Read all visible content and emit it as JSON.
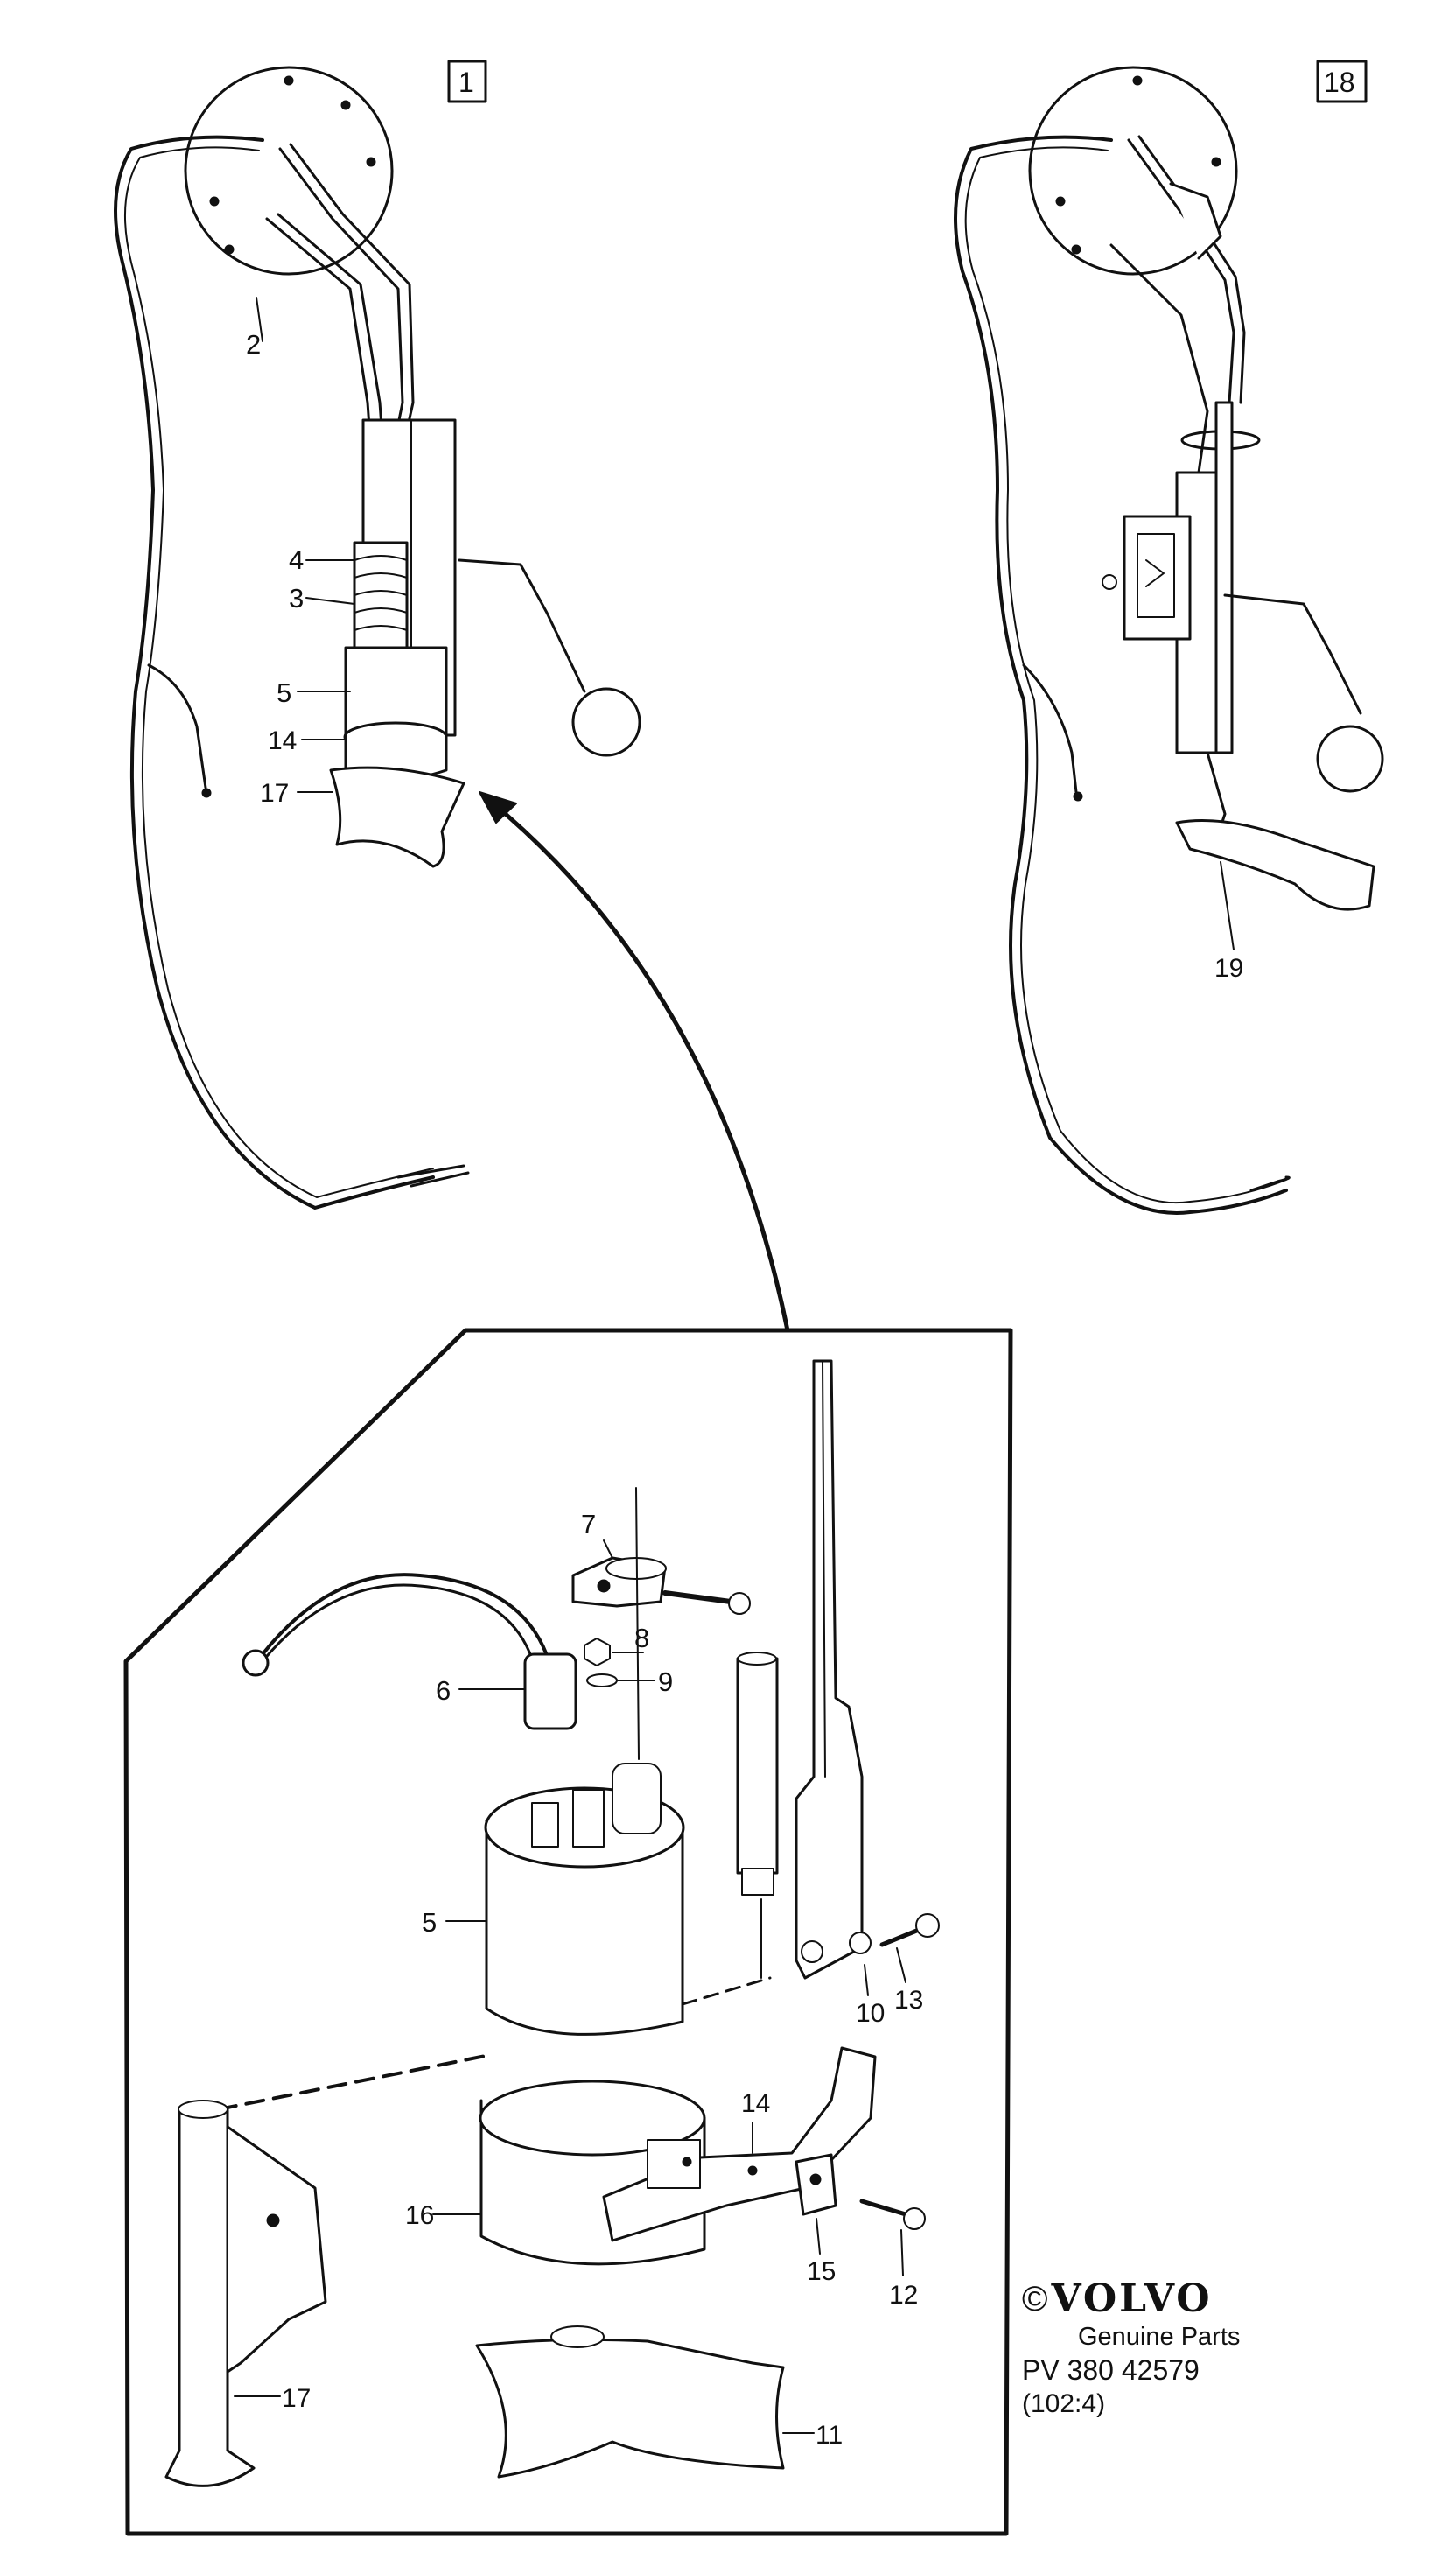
{
  "views": {
    "left_box_number": "1",
    "right_box_number": "18"
  },
  "callouts_top_left": [
    "2",
    "4",
    "3",
    "5",
    "14",
    "17"
  ],
  "callouts_top_right": [
    "19"
  ],
  "callouts_detail": [
    "7",
    "8",
    "9",
    "6",
    "5",
    "11",
    "10",
    "13",
    "14",
    "16",
    "15",
    "12",
    "17"
  ],
  "footer": {
    "copyright_symbol": "©",
    "brand": "VOLVO",
    "tagline": "Genuine Parts",
    "catalog_code": "PV 380 42579",
    "group_code": "(102:4)"
  }
}
